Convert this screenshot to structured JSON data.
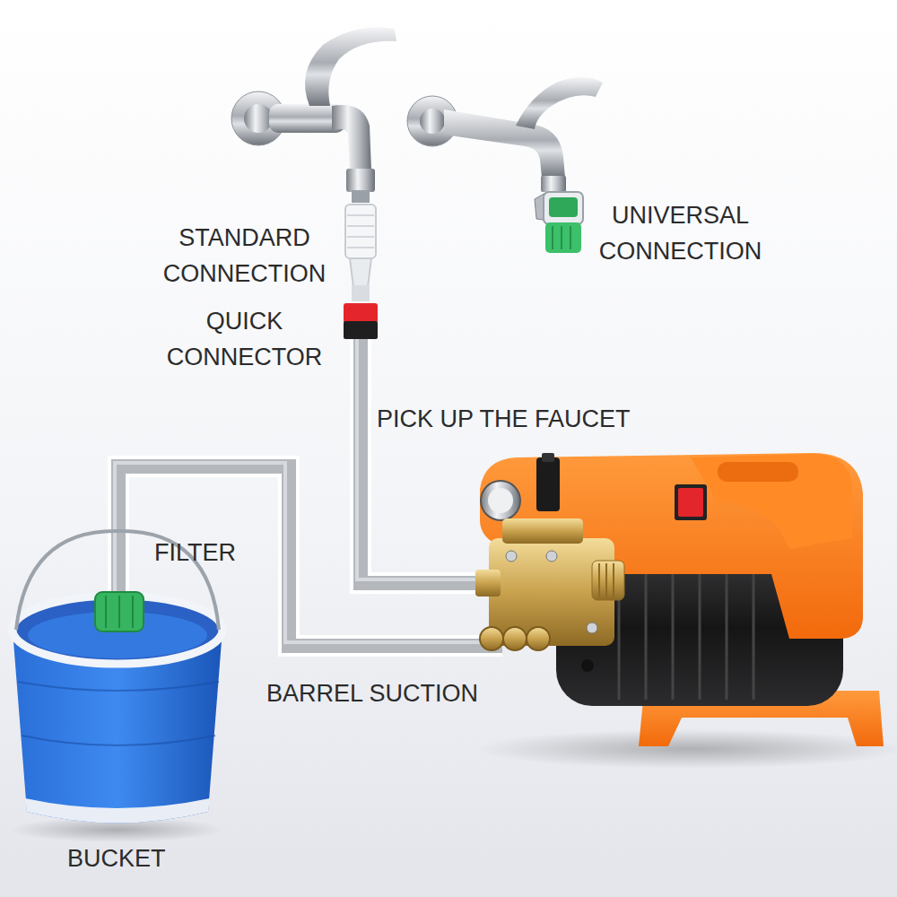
{
  "diagram": {
    "labels": [
      "STANDARD CONNECTION",
      "QUICK CONNECTOR",
      "UNIVERSAL CONNECTION",
      "PICK UP THE FAUCET",
      "FILTER",
      "BARREL SUCTION",
      "BUCKET"
    ]
  }
}
